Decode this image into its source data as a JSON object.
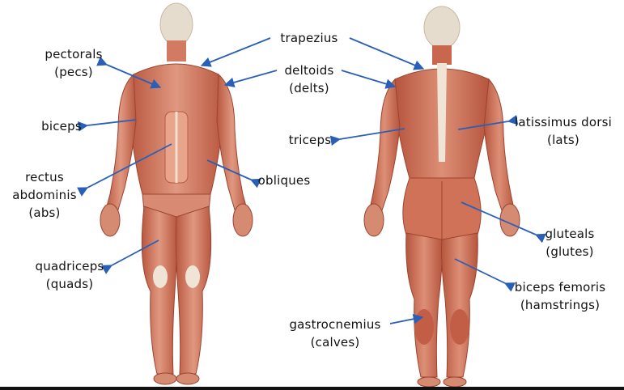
{
  "colors": {
    "arrow": "#2a5fb8",
    "skin": "#d7826a",
    "muscle_dark": "#b6553d",
    "tendon": "#efe4d6",
    "head": "#e9e2d6"
  },
  "views": [
    "front-view-figure",
    "back-view-figure"
  ],
  "labels": {
    "pectorals": {
      "line1": "pectorals",
      "line2": "(pecs)"
    },
    "biceps": {
      "line1": "biceps"
    },
    "rectus": {
      "line1": "rectus",
      "line2": "abdominis",
      "line3": "(abs)"
    },
    "quadriceps": {
      "line1": "quadriceps",
      "line2": "(quads)"
    },
    "trapezius": {
      "line1": "trapezius"
    },
    "deltoids": {
      "line1": "deltoids",
      "line2": "(delts)"
    },
    "obliques": {
      "line1": "obliques"
    },
    "triceps": {
      "line1": "triceps"
    },
    "latissimus": {
      "line1": "latissimus dorsi",
      "line2": "(lats)"
    },
    "gluteals": {
      "line1": "gluteals",
      "line2": "(glutes)"
    },
    "biceps_femoris": {
      "line1": "biceps femoris",
      "line2": "(hamstrings)"
    },
    "gastrocnemius": {
      "line1": "gastrocnemius",
      "line2": "(calves)"
    }
  }
}
